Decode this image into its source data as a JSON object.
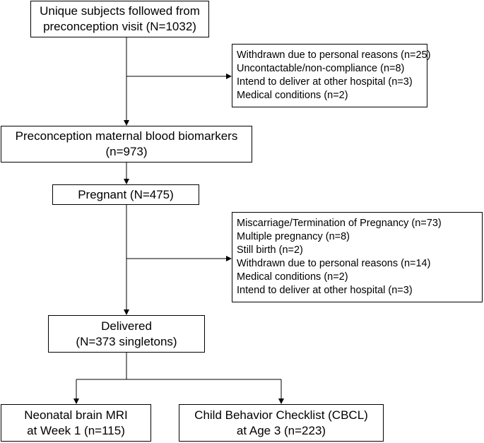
{
  "boxes": {
    "start": {
      "lines": [
        "Unique subjects followed from",
        "preconception visit (N=1032)"
      ]
    },
    "exclusion1": {
      "lines": [
        "Withdrawn due to personal reasons (n=25)",
        "Uncontactable/non-compliance (n=8)",
        "Intend to deliver at other hospital (n=3)",
        "Medical conditions (n=2)"
      ]
    },
    "biomarkers": {
      "lines": [
        "Preconception maternal blood biomarkers",
        "(n=973)"
      ]
    },
    "pregnant": {
      "lines": [
        "Pregnant (N=475)"
      ]
    },
    "exclusion2": {
      "lines": [
        "Miscarriage/Termination of Pregnancy (n=73)",
        "Multiple pregnancy (n=8)",
        "Still birth (n=2)",
        "Withdrawn due to personal reasons (n=14)",
        "Medical conditions (n=2)",
        "Intend to deliver at other hospital (n=3)"
      ]
    },
    "delivered": {
      "lines": [
        "Delivered",
        "(N=373 singletons)"
      ]
    },
    "mri": {
      "lines": [
        "Neonatal brain MRI",
        "at Week 1 (n=115)"
      ]
    },
    "cbcl": {
      "lines": [
        "Child Behavior Checklist (CBCL)",
        "at Age 3 (n=223)"
      ]
    }
  }
}
